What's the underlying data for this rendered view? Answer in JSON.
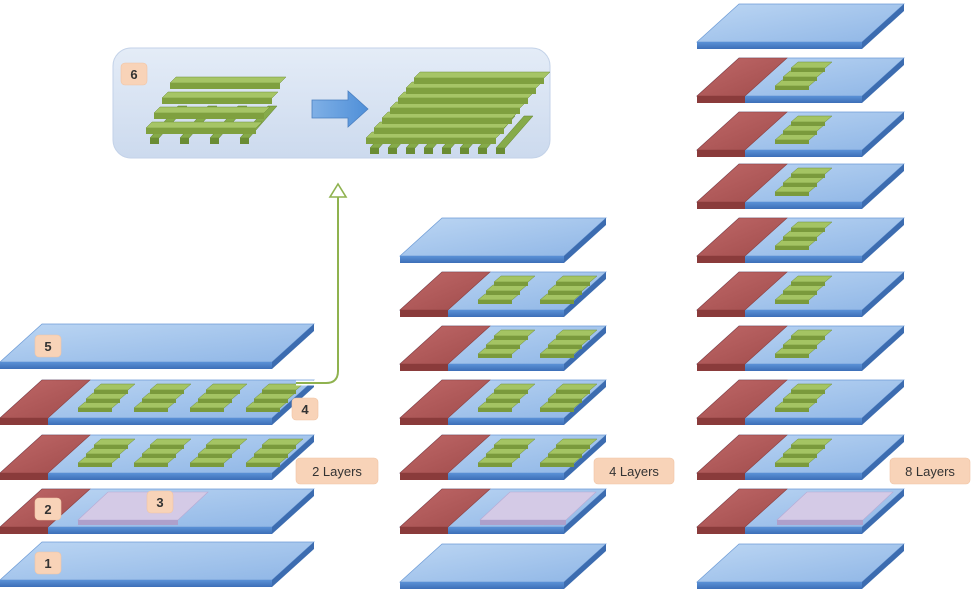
{
  "markers": {
    "m1": "1",
    "m2": "2",
    "m3": "3",
    "m4": "4",
    "m5": "5",
    "m6": "6"
  },
  "stack_labels": {
    "two": "2 Layers",
    "four": "4 Layers",
    "eight": "8 Layers"
  },
  "colors": {
    "plate_top": "#a7c8ee",
    "plate_front": "#4f86cf",
    "red_block": "#b05a5a",
    "green_bar": "#8fb24f",
    "lilac_pad": "#c9bfe0",
    "tag": "#f8d3b8",
    "callout_bg": "#dbe6f4",
    "connector": "#8fb24f",
    "arrow": "#5b9bd5"
  },
  "stacks": [
    {
      "id": "two",
      "green_groups": 4,
      "logic_layers": 2
    },
    {
      "id": "four",
      "green_groups": 2,
      "logic_layers": 4
    },
    {
      "id": "eight",
      "green_groups": 1,
      "logic_layers": 8
    }
  ]
}
